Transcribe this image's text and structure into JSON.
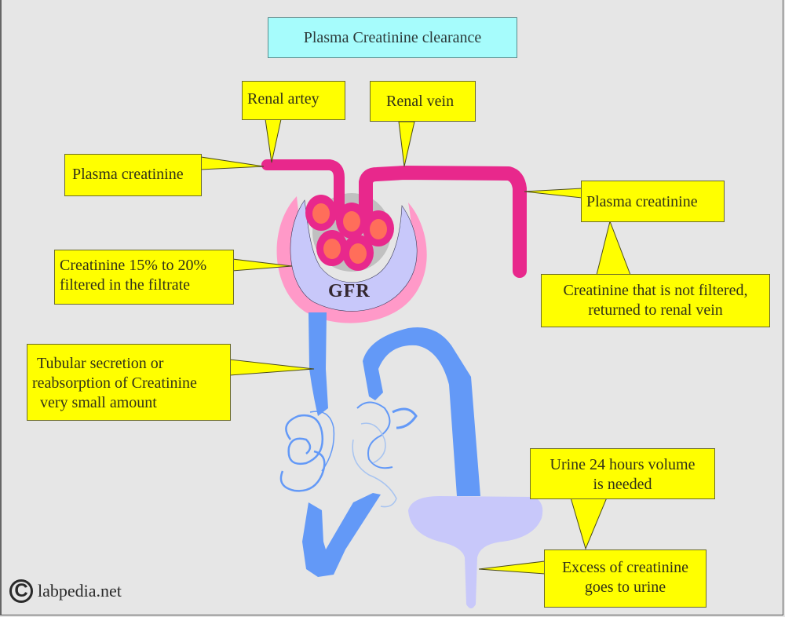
{
  "title": "Plasma Creatinine clearance",
  "labels": {
    "renal_artery": "Renal artey",
    "renal_vein": "Renal vein",
    "plasma_creatinine_left": "Plasma creatinine",
    "plasma_creatinine_right": "Plasma creatinine",
    "filtered_line1": "Creatinine 15% to 20%",
    "filtered_line2": "filtered in the filtrate",
    "not_filtered_line1": "Creatinine that is not filtered,",
    "not_filtered_line2": "returned to renal vein",
    "tubular_line1": "Tubular secretion or",
    "tubular_line2": "reabsorption of Creatinine",
    "tubular_line3": "very small amount",
    "urine_volume_line1": "Urine 24 hours volume",
    "urine_volume_line2": "is needed",
    "excess_line1": "Excess of creatinine",
    "excess_line2": "goes to urine",
    "gfr": "GFR"
  },
  "footer": {
    "copyright_symbol": "C",
    "site": "labpedia.net"
  },
  "colors": {
    "background": "#e6e6e6",
    "callout": "#ffff00",
    "title_box": "#a6fcfc",
    "vessel": "#e8288c",
    "capillary_inner": "#ff6e5a",
    "capsule_outer": "#ff99c8",
    "capsule_inner": "#c8c8fa",
    "tubule": "#6399f7",
    "bladder": "#c8c8fa"
  }
}
